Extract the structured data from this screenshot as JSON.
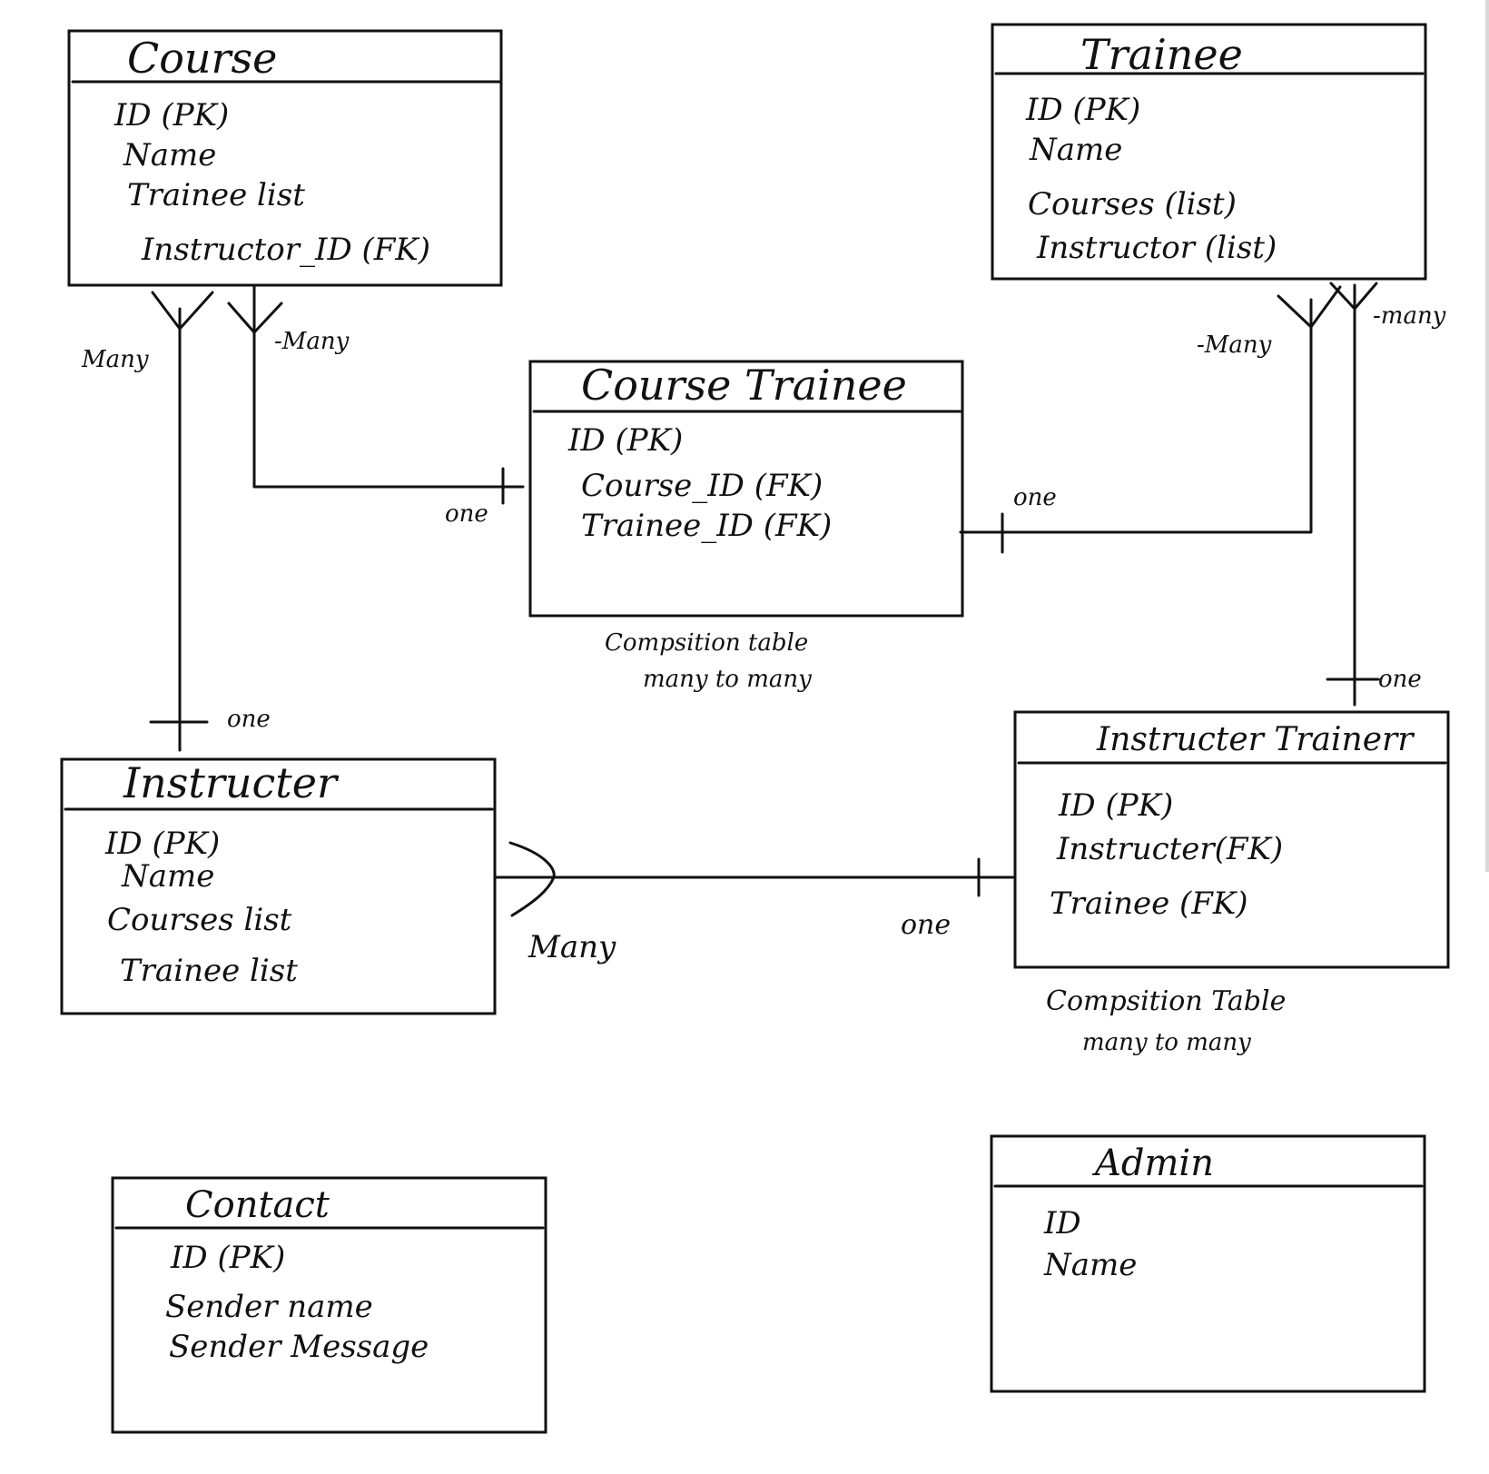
{
  "entities": {
    "course": {
      "title": "Course",
      "attrs": [
        "ID    (PK)",
        "Name",
        "Trainee  list",
        "Instructor_ID (FK)"
      ]
    },
    "trainee": {
      "title": "Trainee",
      "attrs": [
        "ID       (PK)",
        "Name",
        "Courses  (list)",
        "Instructor  (list)"
      ]
    },
    "course_trainee": {
      "title": "Course Trainee",
      "attrs": [
        "ID      (PK)",
        "Course_ID (FK)",
        "Trainee_ID  (FK)"
      ]
    },
    "instructor": {
      "title": "Instructer",
      "attrs": [
        "ID     (PK)",
        "Name",
        "Courses  list",
        "Trainee  list"
      ]
    },
    "instructor_trainee": {
      "title": "Instructer Trainerr",
      "attrs": [
        "ID  (PK)",
        "Instructer(FK)",
        "Trainee   (FK)"
      ]
    },
    "contact": {
      "title": "Contact",
      "attrs": [
        "ID    (PK)",
        "Sender name",
        "Sender Message"
      ]
    },
    "admin": {
      "title": "Admin",
      "attrs": [
        "ID",
        "Name"
      ]
    }
  },
  "relationship_labels": {
    "course_instructor_many": "Many",
    "course_instructor_one": "one",
    "course_ct_many": "-Many",
    "course_ct_one": "one",
    "trainee_ct_many": "-Many",
    "trainee_ct_one": "one",
    "trainee_it_many": "-many",
    "trainee_it_one": "one",
    "instructor_it_many": "Many",
    "instructor_it_one": "one"
  },
  "notes": {
    "course_trainee_note_1": "Compsition table",
    "course_trainee_note_2": "many to many",
    "instructor_trainee_note_1": "Compsition Table",
    "instructor_trainee_note_2": "many to many"
  }
}
